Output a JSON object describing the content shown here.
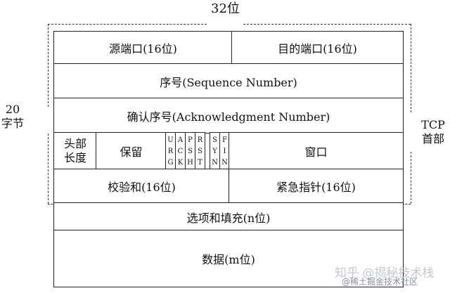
{
  "header": {
    "width_label": "32位"
  },
  "left_label": {
    "line1": "20",
    "line2": "字节"
  },
  "right_label": {
    "line1": "TCP",
    "line2": "首部"
  },
  "fields": {
    "src_port": "源端口(16位)",
    "dst_port": "目的端口(16位)",
    "seq": "序号(Sequence Number)",
    "ack": "确认序号(Acknowledgment Number)",
    "hlen_line1": "头部",
    "hlen_line2": "长度",
    "reserved": "保留",
    "window": "窗口",
    "checksum": "校验和(16位)",
    "urgent": "紧急指针(16位)",
    "options": "选项和填充(n位)",
    "data": "数据(m位)"
  },
  "flags": [
    [
      "U",
      "R",
      "G"
    ],
    [
      "A",
      "C",
      "K"
    ],
    [
      "P",
      "S",
      "H"
    ],
    [
      "R",
      "S",
      "T"
    ],
    [
      "S",
      "Y",
      "N"
    ],
    [
      "F",
      "I",
      "N"
    ]
  ],
  "watermark": {
    "line1": "知乎 @揭秘技术栈",
    "line2": "@稀土掘金技术社区"
  }
}
